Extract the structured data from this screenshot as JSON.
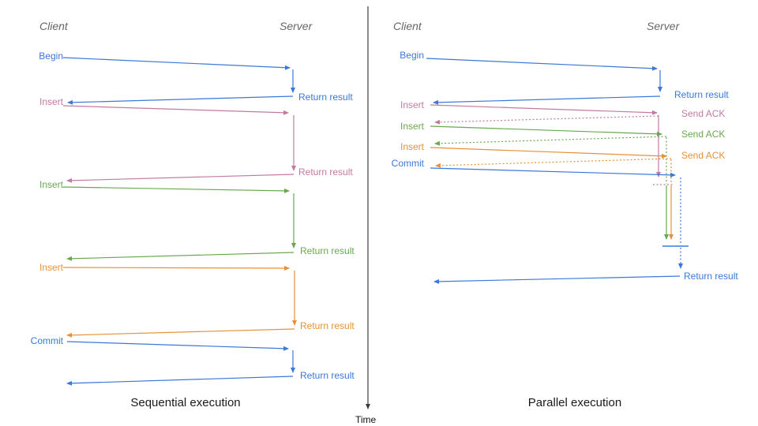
{
  "diagram": {
    "time_axis_label": "Time",
    "colors": {
      "blue": "#3b78d8",
      "pink": "#c27ba0",
      "green": "#6aa84f",
      "orange": "#e69138",
      "axis": "#3d3d3d"
    },
    "left": {
      "title": "Sequential execution",
      "client_header": "Client",
      "server_header": "Server",
      "rows": [
        {
          "label": "Begin",
          "response": "Return result"
        },
        {
          "label": "Insert",
          "response": "Return result"
        },
        {
          "label": "Insert",
          "response": "Return result"
        },
        {
          "label": "Insert",
          "response": "Return result"
        },
        {
          "label": "Commit",
          "response": "Return result"
        }
      ]
    },
    "right": {
      "title": "Parallel execution",
      "client_header": "Client",
      "server_header": "Server",
      "rows": [
        {
          "label": "Begin",
          "response": "Return result"
        },
        {
          "label": "Insert",
          "response": "Send ACK"
        },
        {
          "label": "Insert",
          "response": "Send ACK"
        },
        {
          "label": "Insert",
          "response": "Send ACK"
        },
        {
          "label": "Commit",
          "response": ""
        }
      ],
      "final_response": "Return result"
    }
  }
}
